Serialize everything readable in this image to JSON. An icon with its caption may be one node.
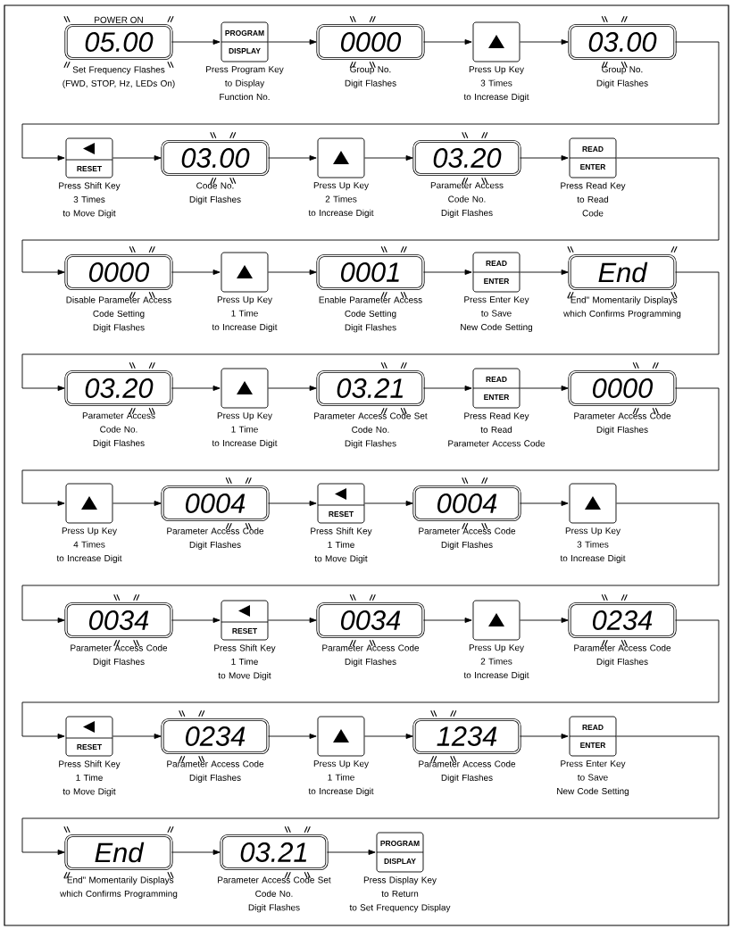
{
  "diagram": {
    "nodes": [
      {
        "text": [
          "05.00"
        ],
        "beside": [
          "POWER ON",
          "Set Frequency Flashes (FWD, STOP, Hz, LEDs On)"
        ]
      },
      {
        "text": [
          "PROGRAM",
          "DISPLAY"
        ],
        "beside": [
          "Press Program Key to Display Function No."
        ]
      },
      {
        "text": [
          "0000"
        ],
        "beside": [
          "Group No. Digit Flashes"
        ]
      },
      {
        "text": [],
        "shape": "box",
        "beside": [
          "Press Up Key 3 Times to Increase Digit"
        ]
      },
      {
        "text": [
          "03.00"
        ],
        "beside": [
          "Group No. Digit Flashes"
        ]
      },
      {
        "text": [
          "RESET"
        ],
        "beside": [
          "Press Shift Key 3 Times to Move Digit"
        ]
      },
      {
        "text": [
          "03.00"
        ],
        "beside": [
          "Code No. Digit Flashes"
        ]
      },
      {
        "text": [],
        "shape": "box",
        "beside": [
          "Press Up Key 2 Times to Increase Digit"
        ]
      },
      {
        "text": [
          "03.20"
        ],
        "beside": [
          "Parameter Access Code No. Digit Flashes"
        ]
      },
      {
        "text": [
          "READ",
          "ENTER"
        ],
        "beside": [
          "Press Read Key to Read Code"
        ]
      },
      {
        "text": [
          "0000"
        ],
        "beside": [
          "Disable Parameter Access Code Setting Digit Flashes"
        ]
      },
      {
        "text": [],
        "shape": "box",
        "beside": [
          "Press Up Key 1 Time to Increase Digit"
        ]
      },
      {
        "text": [
          "0001"
        ],
        "beside": [
          "Enable Parameter Access Code Setting Digit Flashes"
        ]
      },
      {
        "text": [
          "READ",
          "ENTER"
        ],
        "beside": [
          "Press Enter Key to Save New Code Setting"
        ]
      },
      {
        "text": [
          "End"
        ],
        "beside": [
          "\"End\" Momentarily Displays which Confirms Programming"
        ]
      },
      {
        "text": [
          "03.20"
        ],
        "beside": [
          "Parameter Access Code No. Digit Flashes"
        ]
      },
      {
        "text": [],
        "shape": "box",
        "beside": [
          "Press Up Key 1 Time to Increase Digit"
        ]
      },
      {
        "text": [
          "03.21"
        ],
        "beside": [
          "Parameter Access Code Set Code No. Digit Flashes"
        ]
      },
      {
        "text": [
          "READ",
          "ENTER"
        ],
        "beside": [
          "Press Read Key to Read Parameter Access Code"
        ]
      },
      {
        "text": [
          "0000"
        ],
        "beside": [
          "Parameter Access Code Digit Flashes"
        ]
      },
      {
        "text": [],
        "shape": "box",
        "beside": [
          "Press Up Key 4 Times to Increase Digit"
        ]
      },
      {
        "text": [
          "0004"
        ],
        "beside": [
          "Parameter Access Code Digit Flashes"
        ]
      },
      {
        "text": [
          "RESET"
        ],
        "beside": [
          "Press Shift Key 1 Time to Move Digit"
        ]
      },
      {
        "text": [
          "0004"
        ],
        "beside": [
          "Parameter Access Code Digit Flashes"
        ]
      },
      {
        "text": [],
        "shape": "box",
        "beside": [
          "Press Up Key 3 Times to Increase Digit"
        ]
      },
      {
        "text": [
          "0034"
        ],
        "beside": [
          "Parameter Access Code Digit Flashes"
        ]
      },
      {
        "text": [
          "RESET"
        ],
        "beside": [
          "Press Shift Key 1 Time to Move Digit"
        ]
      },
      {
        "text": [
          "0034"
        ],
        "beside": [
          "Parameter Access Code Digit Flashes"
        ]
      },
      {
        "text": [],
        "shape": "box",
        "beside": [
          "Press Up Key 2 Times to Increase Digit"
        ]
      },
      {
        "text": [
          "0234"
        ],
        "beside": [
          "Parameter Access Code Digit Flashes"
        ]
      },
      {
        "text": [
          "RESET"
        ],
        "beside": [
          "Press Shift Key 1 Time to Move Digit"
        ]
      },
      {
        "text": [
          "0234"
        ],
        "beside": [
          "Parameter Access Code Digit Flashes"
        ]
      },
      {
        "text": [],
        "shape": "box",
        "beside": [
          "Press Up Key 1 Time to Increase Digit"
        ]
      },
      {
        "text": [
          "1234"
        ],
        "beside": [
          "Parameter Access Code Digit Flashes"
        ]
      },
      {
        "text": [
          "READ",
          "ENTER"
        ],
        "beside": [
          "Press Enter Key to Save New Code Setting"
        ]
      },
      {
        "text": [
          "End"
        ],
        "beside": [
          "\"End\" Momentarily Displays which Confirms Programming"
        ]
      },
      {
        "text": [
          "03.21"
        ],
        "beside": [
          "Parameter Access Code Set Code No. Digit Flashes"
        ]
      },
      {
        "text": [
          "PROGRAM",
          "DISPLAY"
        ],
        "beside": [
          "Press Display Key to Return to Set Frequency Display"
        ]
      }
    ],
    "edges": [
      {
        "from": 0,
        "to": 1,
        "arrow": "to"
      },
      {
        "from": 1,
        "to": 2,
        "arrow": "to"
      },
      {
        "from": 2,
        "to": 3,
        "arrow": "to"
      },
      {
        "from": 3,
        "to": 4,
        "arrow": "to"
      },
      {
        "from": 4,
        "to": 5,
        "arrow": "to"
      },
      {
        "from": 5,
        "to": 6,
        "arrow": "to"
      },
      {
        "from": 6,
        "to": 7,
        "arrow": "to"
      },
      {
        "from": 7,
        "to": 8,
        "arrow": "to"
      },
      {
        "from": 8,
        "to": 9,
        "arrow": "to"
      },
      {
        "from": 9,
        "to": 10,
        "arrow": "to"
      },
      {
        "from": 10,
        "to": 11,
        "arrow": "to"
      },
      {
        "from": 11,
        "to": 12,
        "arrow": "to"
      },
      {
        "from": 12,
        "to": 13,
        "arrow": "to"
      },
      {
        "from": 13,
        "to": 14,
        "arrow": "to"
      },
      {
        "from": 14,
        "to": 15,
        "arrow": "to"
      },
      {
        "from": 15,
        "to": 16,
        "arrow": "to"
      },
      {
        "from": 16,
        "to": 17,
        "arrow": "to"
      },
      {
        "from": 17,
        "to": 18,
        "arrow": "to"
      },
      {
        "from": 18,
        "to": 19,
        "arrow": "to"
      },
      {
        "from": 19,
        "to": 20,
        "arrow": "to"
      },
      {
        "from": 20,
        "to": 21,
        "arrow": "to"
      },
      {
        "from": 21,
        "to": 22,
        "arrow": "to"
      },
      {
        "from": 22,
        "to": 23,
        "arrow": "to"
      },
      {
        "from": 23,
        "to": 24,
        "arrow": "to"
      },
      {
        "from": 24,
        "to": 25,
        "arrow": "to"
      },
      {
        "from": 25,
        "to": 26,
        "arrow": "to"
      },
      {
        "from": 26,
        "to": 27,
        "arrow": "to"
      },
      {
        "from": 27,
        "to": 28,
        "arrow": "to"
      },
      {
        "from": 28,
        "to": 29,
        "arrow": "to"
      },
      {
        "from": 29,
        "to": 30,
        "arrow": "to"
      },
      {
        "from": 30,
        "to": 31,
        "arrow": "to"
      },
      {
        "from": 31,
        "to": 32,
        "arrow": "to"
      },
      {
        "from": 32,
        "to": 33,
        "arrow": "to"
      },
      {
        "from": 33,
        "to": 34,
        "arrow": "to"
      },
      {
        "from": 34,
        "to": 35,
        "arrow": "to"
      },
      {
        "from": 35,
        "to": 36,
        "arrow": "to"
      },
      {
        "from": 36,
        "to": 37,
        "arrow": "to"
      }
    ]
  }
}
